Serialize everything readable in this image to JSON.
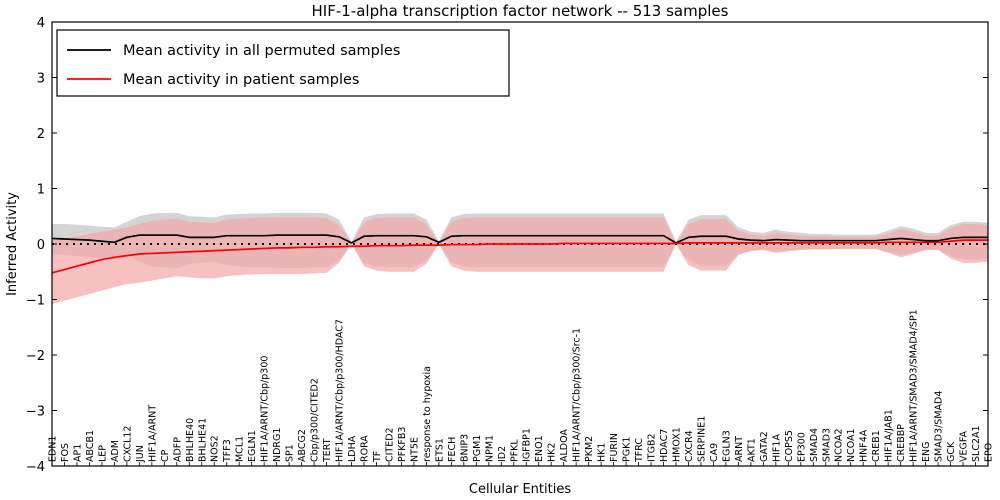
{
  "chart_data": {
    "type": "line",
    "title": "HIF-1-alpha transcription factor network -- 513 samples",
    "xlabel": "Cellular Entities",
    "ylabel": "Inferred Activity",
    "ylim": [
      -4,
      4
    ],
    "yticks": [
      -4,
      -3,
      -2,
      -1,
      0,
      1,
      2,
      3,
      4
    ],
    "grid": false,
    "legend_position": "upper left",
    "legend": [
      {
        "name": "Mean activity in all permuted samples",
        "color": "#000000"
      },
      {
        "name": "Mean activity in patient samples",
        "color": "#ff0000"
      }
    ],
    "zero_reference_line": {
      "value": 0,
      "style": "dotted",
      "color": "#000000"
    },
    "categories": [
      "EDN1",
      "FOS",
      "AP1",
      "ABCB1",
      "LEP",
      "ADM",
      "CXCL12",
      "JUN",
      "HIF1A/ARNT",
      "CP",
      "ADFP",
      "BHLHE40",
      "BHLHE41",
      "NOS2",
      "TFF3",
      "MCL1",
      "EGLN1",
      "HIF1A/ARNT/Cbp/p300",
      "NDRG1",
      "SP1",
      "ABCG2",
      "Cbp/p300/CITED2",
      "TERT",
      "HIF1A/ARNT/Cbp/p300/HDAC7",
      "LDHA",
      "RORA",
      "TF",
      "CITED2",
      "PFKFB3",
      "NT5E",
      "response to hypoxia",
      "ETS1",
      "FECH",
      "BNIP3",
      "PGM1",
      "NPM1",
      "ID2",
      "PFKL",
      "IGFBP1",
      "ENO1",
      "HK2",
      "ALDOA",
      "HIF1A/ARNT/Cbp/p300/Src-1",
      "PKM2",
      "HK1",
      "FURIN",
      "PGK1",
      "TFRC",
      "ITGB2",
      "HDAC7",
      "HMOX1",
      "CXCR4",
      "SERPINE1",
      "CA9",
      "EGLN3",
      "ARNT",
      "AKT1",
      "GATA2",
      "HIF1A",
      "COPS5",
      "EP300",
      "SMAD4",
      "SMAD3",
      "NCOA2",
      "NCOA1",
      "HNF4A",
      "CREB1",
      "HIF1A/JAB1",
      "CREBBP",
      "HIF1A/ARNT/SMAD3/SMAD4/SP1",
      "ENG",
      "SMAD3/SMAD4",
      "GCK",
      "VEGFA",
      "SLC2A1",
      "EPO"
    ],
    "series": [
      {
        "name": "Mean activity in all permuted samples",
        "color": "#000000",
        "band_color": "#cccccc",
        "values": [
          0.1,
          0.09,
          0.08,
          0.07,
          0.05,
          0.03,
          0.12,
          0.16,
          0.16,
          0.16,
          0.16,
          0.12,
          0.12,
          0.12,
          0.15,
          0.15,
          0.15,
          0.15,
          0.16,
          0.16,
          0.16,
          0.16,
          0.16,
          0.13,
          0.02,
          0.14,
          0.15,
          0.15,
          0.15,
          0.15,
          0.13,
          0.03,
          0.14,
          0.15,
          0.15,
          0.15,
          0.15,
          0.15,
          0.15,
          0.15,
          0.15,
          0.15,
          0.15,
          0.15,
          0.15,
          0.15,
          0.15,
          0.15,
          0.15,
          0.15,
          0.02,
          0.12,
          0.14,
          0.14,
          0.14,
          0.09,
          0.07,
          0.06,
          0.08,
          0.07,
          0.06,
          0.06,
          0.06,
          0.06,
          0.06,
          0.06,
          0.06,
          0.08,
          0.1,
          0.08,
          0.06,
          0.06,
          0.1,
          0.12,
          0.12,
          0.12
        ],
        "band_low": [
          -0.18,
          -0.2,
          -0.22,
          -0.24,
          -0.26,
          -0.28,
          -0.2,
          -0.32,
          -0.4,
          -0.42,
          -0.44,
          -0.36,
          -0.34,
          -0.33,
          -0.38,
          -0.4,
          -0.42,
          -0.42,
          -0.43,
          -0.43,
          -0.43,
          -0.42,
          -0.42,
          -0.3,
          0.0,
          -0.34,
          -0.4,
          -0.42,
          -0.42,
          -0.42,
          -0.3,
          0.0,
          -0.34,
          -0.4,
          -0.42,
          -0.42,
          -0.42,
          -0.42,
          -0.42,
          -0.42,
          -0.42,
          -0.42,
          -0.42,
          -0.42,
          -0.42,
          -0.42,
          -0.42,
          -0.42,
          -0.42,
          -0.42,
          0.0,
          -0.3,
          -0.4,
          -0.4,
          -0.4,
          -0.18,
          -0.12,
          -0.1,
          -0.14,
          -0.12,
          -0.1,
          -0.09,
          -0.09,
          -0.08,
          -0.08,
          -0.08,
          -0.08,
          -0.14,
          -0.2,
          -0.16,
          -0.1,
          -0.1,
          -0.22,
          -0.28,
          -0.28,
          -0.26
        ],
        "band_high": [
          0.36,
          0.36,
          0.35,
          0.33,
          0.31,
          0.3,
          0.4,
          0.5,
          0.55,
          0.56,
          0.56,
          0.5,
          0.49,
          0.48,
          0.53,
          0.54,
          0.55,
          0.55,
          0.56,
          0.56,
          0.56,
          0.56,
          0.55,
          0.44,
          0.04,
          0.48,
          0.54,
          0.55,
          0.55,
          0.55,
          0.44,
          0.05,
          0.48,
          0.54,
          0.55,
          0.55,
          0.55,
          0.55,
          0.55,
          0.55,
          0.55,
          0.55,
          0.55,
          0.55,
          0.55,
          0.55,
          0.55,
          0.55,
          0.55,
          0.55,
          0.04,
          0.44,
          0.52,
          0.52,
          0.52,
          0.3,
          0.22,
          0.2,
          0.26,
          0.22,
          0.2,
          0.18,
          0.18,
          0.17,
          0.17,
          0.17,
          0.17,
          0.24,
          0.32,
          0.28,
          0.2,
          0.2,
          0.34,
          0.4,
          0.4,
          0.38
        ]
      },
      {
        "name": "Mean activity in patient samples",
        "color": "#ff0000",
        "band_color": "#f4a9a9",
        "values": [
          -0.52,
          -0.46,
          -0.4,
          -0.34,
          -0.28,
          -0.24,
          -0.21,
          -0.18,
          -0.17,
          -0.16,
          -0.15,
          -0.14,
          -0.13,
          -0.12,
          -0.11,
          -0.1,
          -0.09,
          -0.08,
          -0.07,
          -0.07,
          -0.06,
          -0.06,
          -0.05,
          -0.05,
          -0.04,
          -0.04,
          -0.03,
          -0.03,
          -0.03,
          -0.02,
          -0.02,
          -0.02,
          -0.01,
          -0.01,
          -0.01,
          0.0,
          0.0,
          0.0,
          0.0,
          0.0,
          0.0,
          0.01,
          0.01,
          0.01,
          0.01,
          0.01,
          0.01,
          0.01,
          0.01,
          0.01,
          0.01,
          0.02,
          0.02,
          0.02,
          0.02,
          0.02,
          0.02,
          0.02,
          0.02,
          0.02,
          0.02,
          0.02,
          0.02,
          0.02,
          0.02,
          0.02,
          0.02,
          0.03,
          0.03,
          0.03,
          0.03,
          0.03,
          0.05,
          0.07,
          0.07,
          0.07
        ],
        "band_low": [
          -1.08,
          -1.02,
          -0.96,
          -0.9,
          -0.84,
          -0.78,
          -0.72,
          -0.7,
          -0.66,
          -0.62,
          -0.58,
          -0.6,
          -0.62,
          -0.62,
          -0.58,
          -0.56,
          -0.55,
          -0.54,
          -0.54,
          -0.54,
          -0.54,
          -0.53,
          -0.52,
          -0.34,
          0.0,
          -0.4,
          -0.48,
          -0.5,
          -0.5,
          -0.5,
          -0.36,
          0.0,
          -0.4,
          -0.48,
          -0.5,
          -0.5,
          -0.5,
          -0.5,
          -0.5,
          -0.5,
          -0.5,
          -0.5,
          -0.5,
          -0.5,
          -0.5,
          -0.5,
          -0.5,
          -0.5,
          -0.5,
          -0.5,
          0.0,
          -0.38,
          -0.48,
          -0.48,
          -0.48,
          -0.2,
          -0.13,
          -0.11,
          -0.16,
          -0.13,
          -0.11,
          -0.1,
          -0.1,
          -0.09,
          -0.09,
          -0.09,
          -0.09,
          -0.16,
          -0.24,
          -0.18,
          -0.11,
          -0.11,
          -0.26,
          -0.34,
          -0.34,
          -0.32
        ],
        "band_high": [
          0.06,
          0.1,
          0.14,
          0.18,
          0.22,
          0.26,
          0.3,
          0.36,
          0.42,
          0.44,
          0.46,
          0.4,
          0.39,
          0.38,
          0.44,
          0.46,
          0.47,
          0.48,
          0.48,
          0.48,
          0.48,
          0.48,
          0.47,
          0.34,
          0.02,
          0.4,
          0.47,
          0.48,
          0.48,
          0.48,
          0.35,
          0.03,
          0.4,
          0.47,
          0.48,
          0.48,
          0.48,
          0.48,
          0.48,
          0.48,
          0.48,
          0.48,
          0.48,
          0.48,
          0.48,
          0.48,
          0.48,
          0.48,
          0.48,
          0.48,
          0.02,
          0.36,
          0.45,
          0.45,
          0.45,
          0.24,
          0.17,
          0.15,
          0.2,
          0.17,
          0.15,
          0.14,
          0.14,
          0.13,
          0.13,
          0.13,
          0.13,
          0.19,
          0.27,
          0.22,
          0.15,
          0.15,
          0.29,
          0.36,
          0.36,
          0.34
        ]
      }
    ]
  }
}
